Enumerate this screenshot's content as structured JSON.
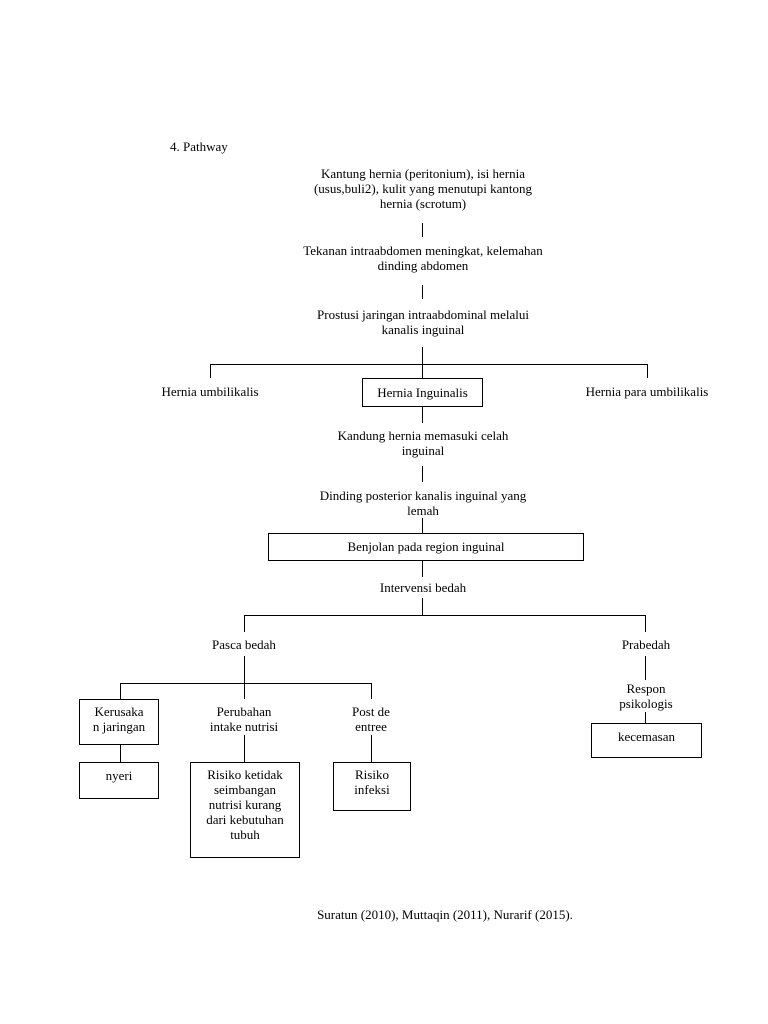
{
  "heading": "4.   Pathway",
  "nodes": {
    "n1_l1": "Kantung hernia (peritonium), isi hernia",
    "n1_l2": "(usus,buli2), kulit yang menutupi kantong",
    "n1_l3": "hernia (scrotum)",
    "n2_l1": "Tekanan intraabdomen meningkat, kelemahan",
    "n2_l2": "dinding abdomen",
    "n3_l1": "Prostusi jaringan intraabdominal melalui",
    "n3_l2": "kanalis inguinal",
    "hernia_umbilikalis": "Hernia umbilikalis",
    "hernia_inguinalis": "Hernia Inguinalis",
    "hernia_para_umbilikalis": "Hernia para umbilikalis",
    "n5_l1": "Kandung hernia memasuki celah",
    "n5_l2": "inguinal",
    "n6_l1": "Dinding posterior kanalis inguinal yang",
    "n6_l2": "lemah",
    "benjolan": "Benjolan pada region inguinal",
    "intervensi": "Intervensi bedah",
    "pasca_bedah": "Pasca bedah",
    "prabedah": "Prabedah",
    "kerusakan_l1": "Kerusaka",
    "kerusakan_l2": "n jaringan",
    "perubahan_l1": "Perubahan",
    "perubahan_l2": "intake nutrisi",
    "postde_l1": "Post de",
    "postde_l2": "entree",
    "respon_l1": "Respon",
    "respon_l2": "psikologis",
    "kecemasan": "kecemasan",
    "nyeri": "nyeri",
    "risiko_nutrisi_l1": "Risiko ketidak",
    "risiko_nutrisi_l2": "seimbangan",
    "risiko_nutrisi_l3": "nutrisi kurang",
    "risiko_nutrisi_l4": "dari kebutuhan",
    "risiko_nutrisi_l5": "tubuh",
    "risiko_infeksi_l1": "Risiko",
    "risiko_infeksi_l2": "infeksi"
  },
  "citation": "Suratun (2010), Muttaqin (2011), Nurarif (2015)."
}
